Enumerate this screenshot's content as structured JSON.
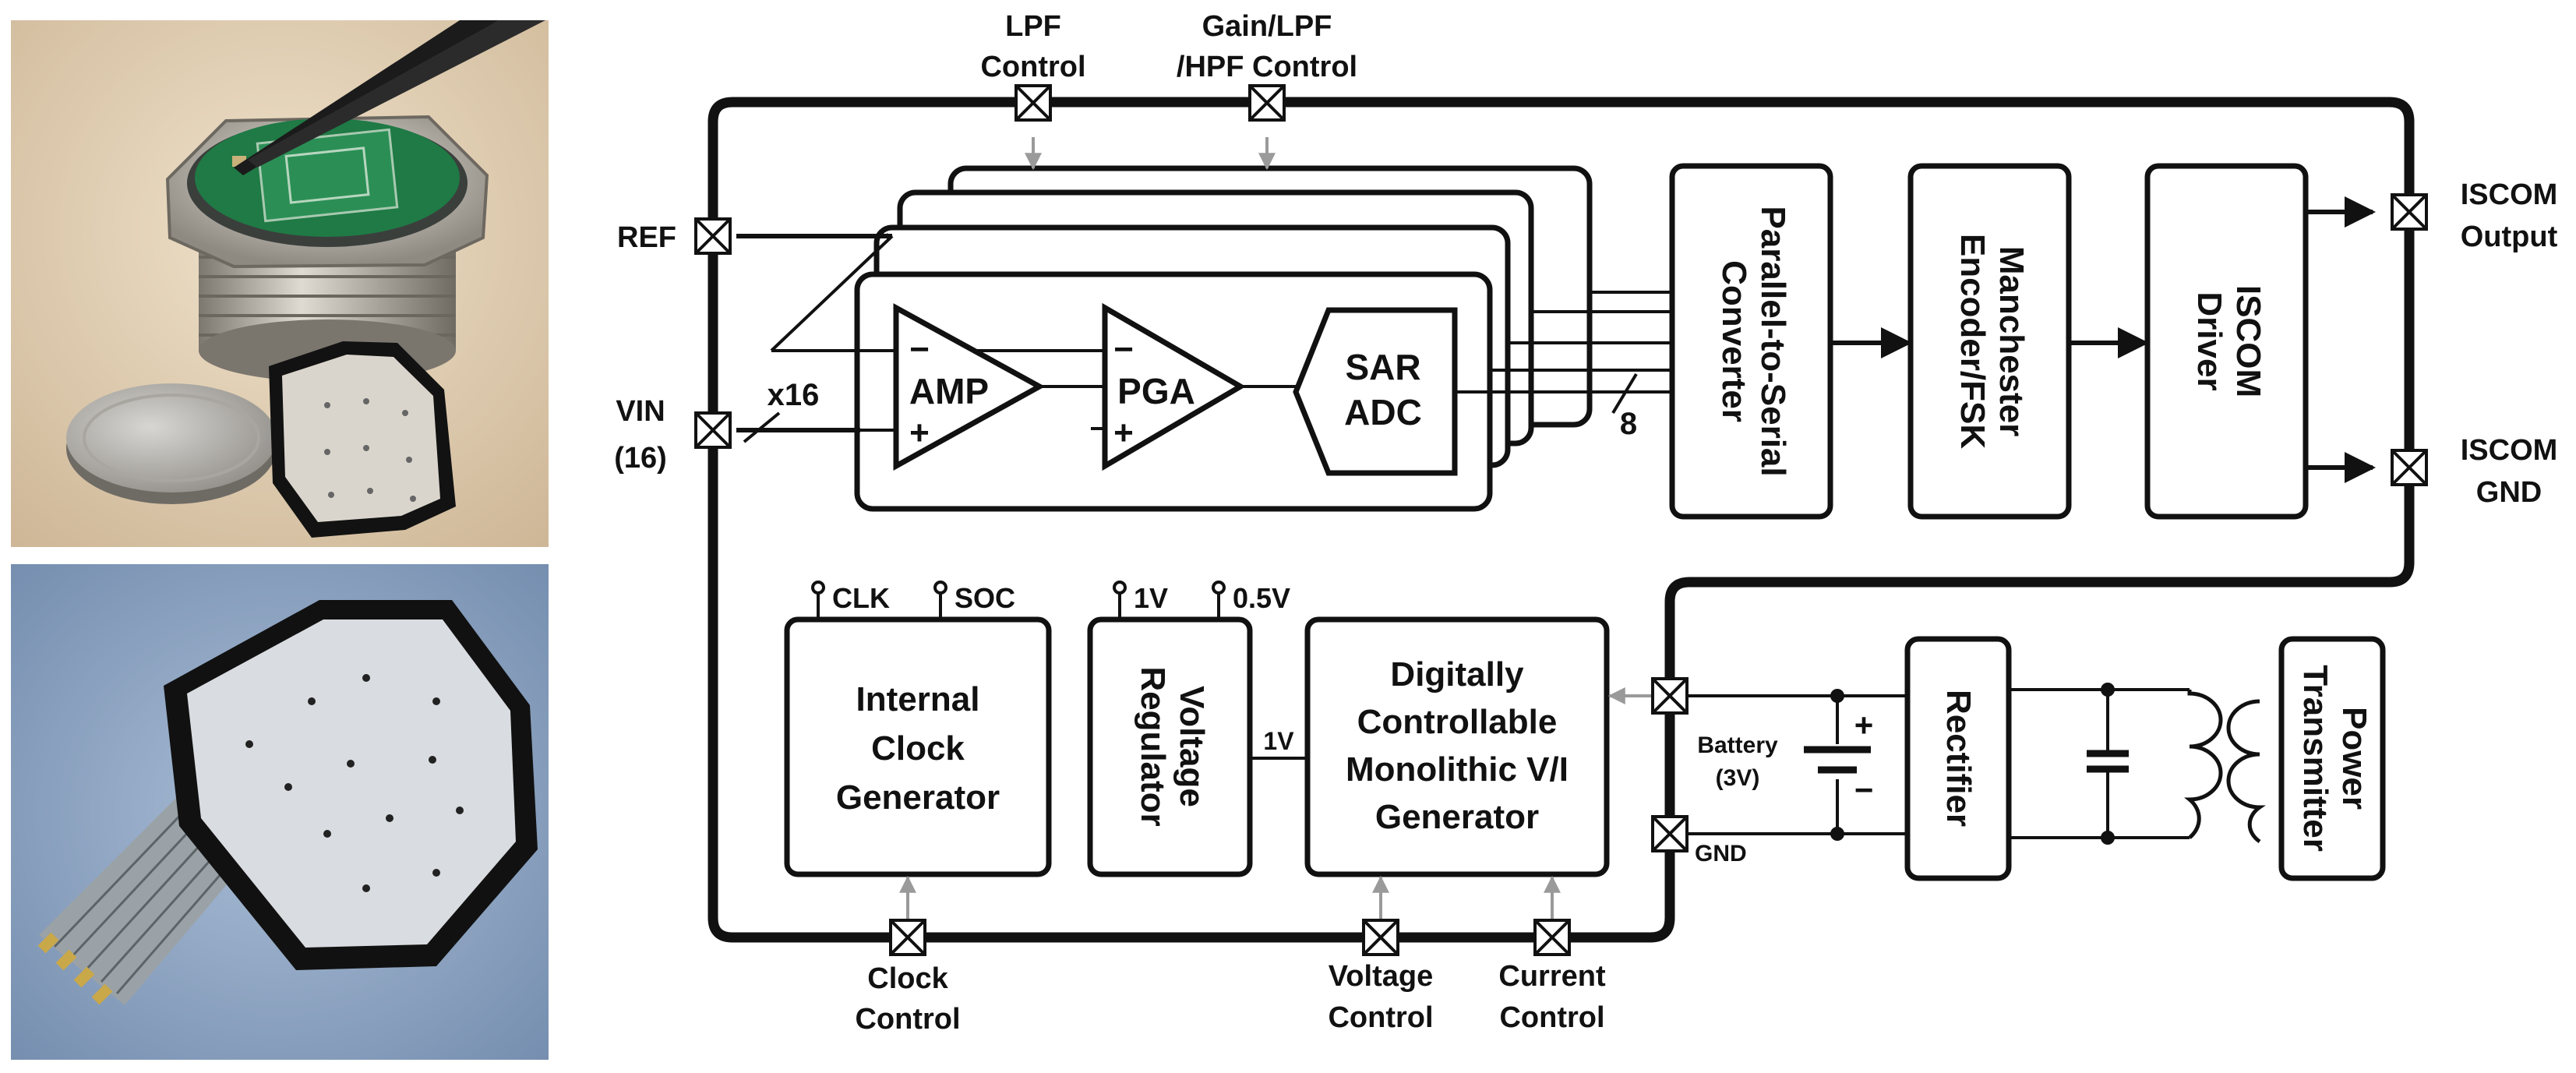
{
  "colors": {
    "line": "#111111",
    "control_arrow": "#9a9a9a",
    "background": "#ffffff",
    "photo_top_bg": "#e4d2b5",
    "photo_bottom_bg": "#8ea6c4",
    "pcb_green": "#1f7a45",
    "metal": "#b7b2a9"
  },
  "photos": [
    {
      "name": "packaged-implant-photo",
      "description_icon": "implant-photo-icon"
    },
    {
      "name": "flexible-electrode-photo",
      "description_icon": "electrode-photo-icon"
    }
  ],
  "diagram": {
    "pins": {
      "lpf_control": [
        "LPF",
        "Control"
      ],
      "gain_control": [
        "Gain/LPF",
        "/HPF Control"
      ],
      "ref": "REF",
      "vin": [
        "VIN",
        "(16)"
      ],
      "iscom_output": [
        "ISCOM",
        "Output"
      ],
      "iscom_gnd": [
        "ISCOM",
        "GND"
      ],
      "clock_control": [
        "Clock",
        "Control"
      ],
      "voltage_control": [
        "Voltage",
        "Control"
      ],
      "current_control": [
        "Current",
        "Control"
      ],
      "gnd": "GND"
    },
    "bus_labels": {
      "x16": "x16",
      "eight": "8",
      "one_v": "1V"
    },
    "signal_chain": {
      "amp": "AMP",
      "pga": "PGA",
      "sar_adc": [
        "SAR",
        "ADC"
      ],
      "minus": "−",
      "plus": "+"
    },
    "blocks": {
      "p2s": [
        "Parallel-to-Serial",
        "Converter"
      ],
      "manchester": [
        "Manchester",
        "Encoder/FSK"
      ],
      "iscom_driver": [
        "ISCOM",
        "Driver"
      ],
      "clock_gen": [
        "Internal",
        "Clock",
        "Generator"
      ],
      "regulator": [
        "Voltage",
        "Regulator"
      ],
      "vi_gen": [
        "Digitally",
        "Controllable",
        "Monolithic V/I",
        "Generator"
      ],
      "rectifier": "Rectifier",
      "power_tx": [
        "Power",
        "Transmitter"
      ]
    },
    "taps": {
      "clk": "CLK",
      "soc": "SOC",
      "v1": "1V",
      "v05": "0.5V"
    },
    "battery": {
      "label": [
        "Battery",
        "(3V)"
      ],
      "plus": "+",
      "minus": "−"
    }
  }
}
